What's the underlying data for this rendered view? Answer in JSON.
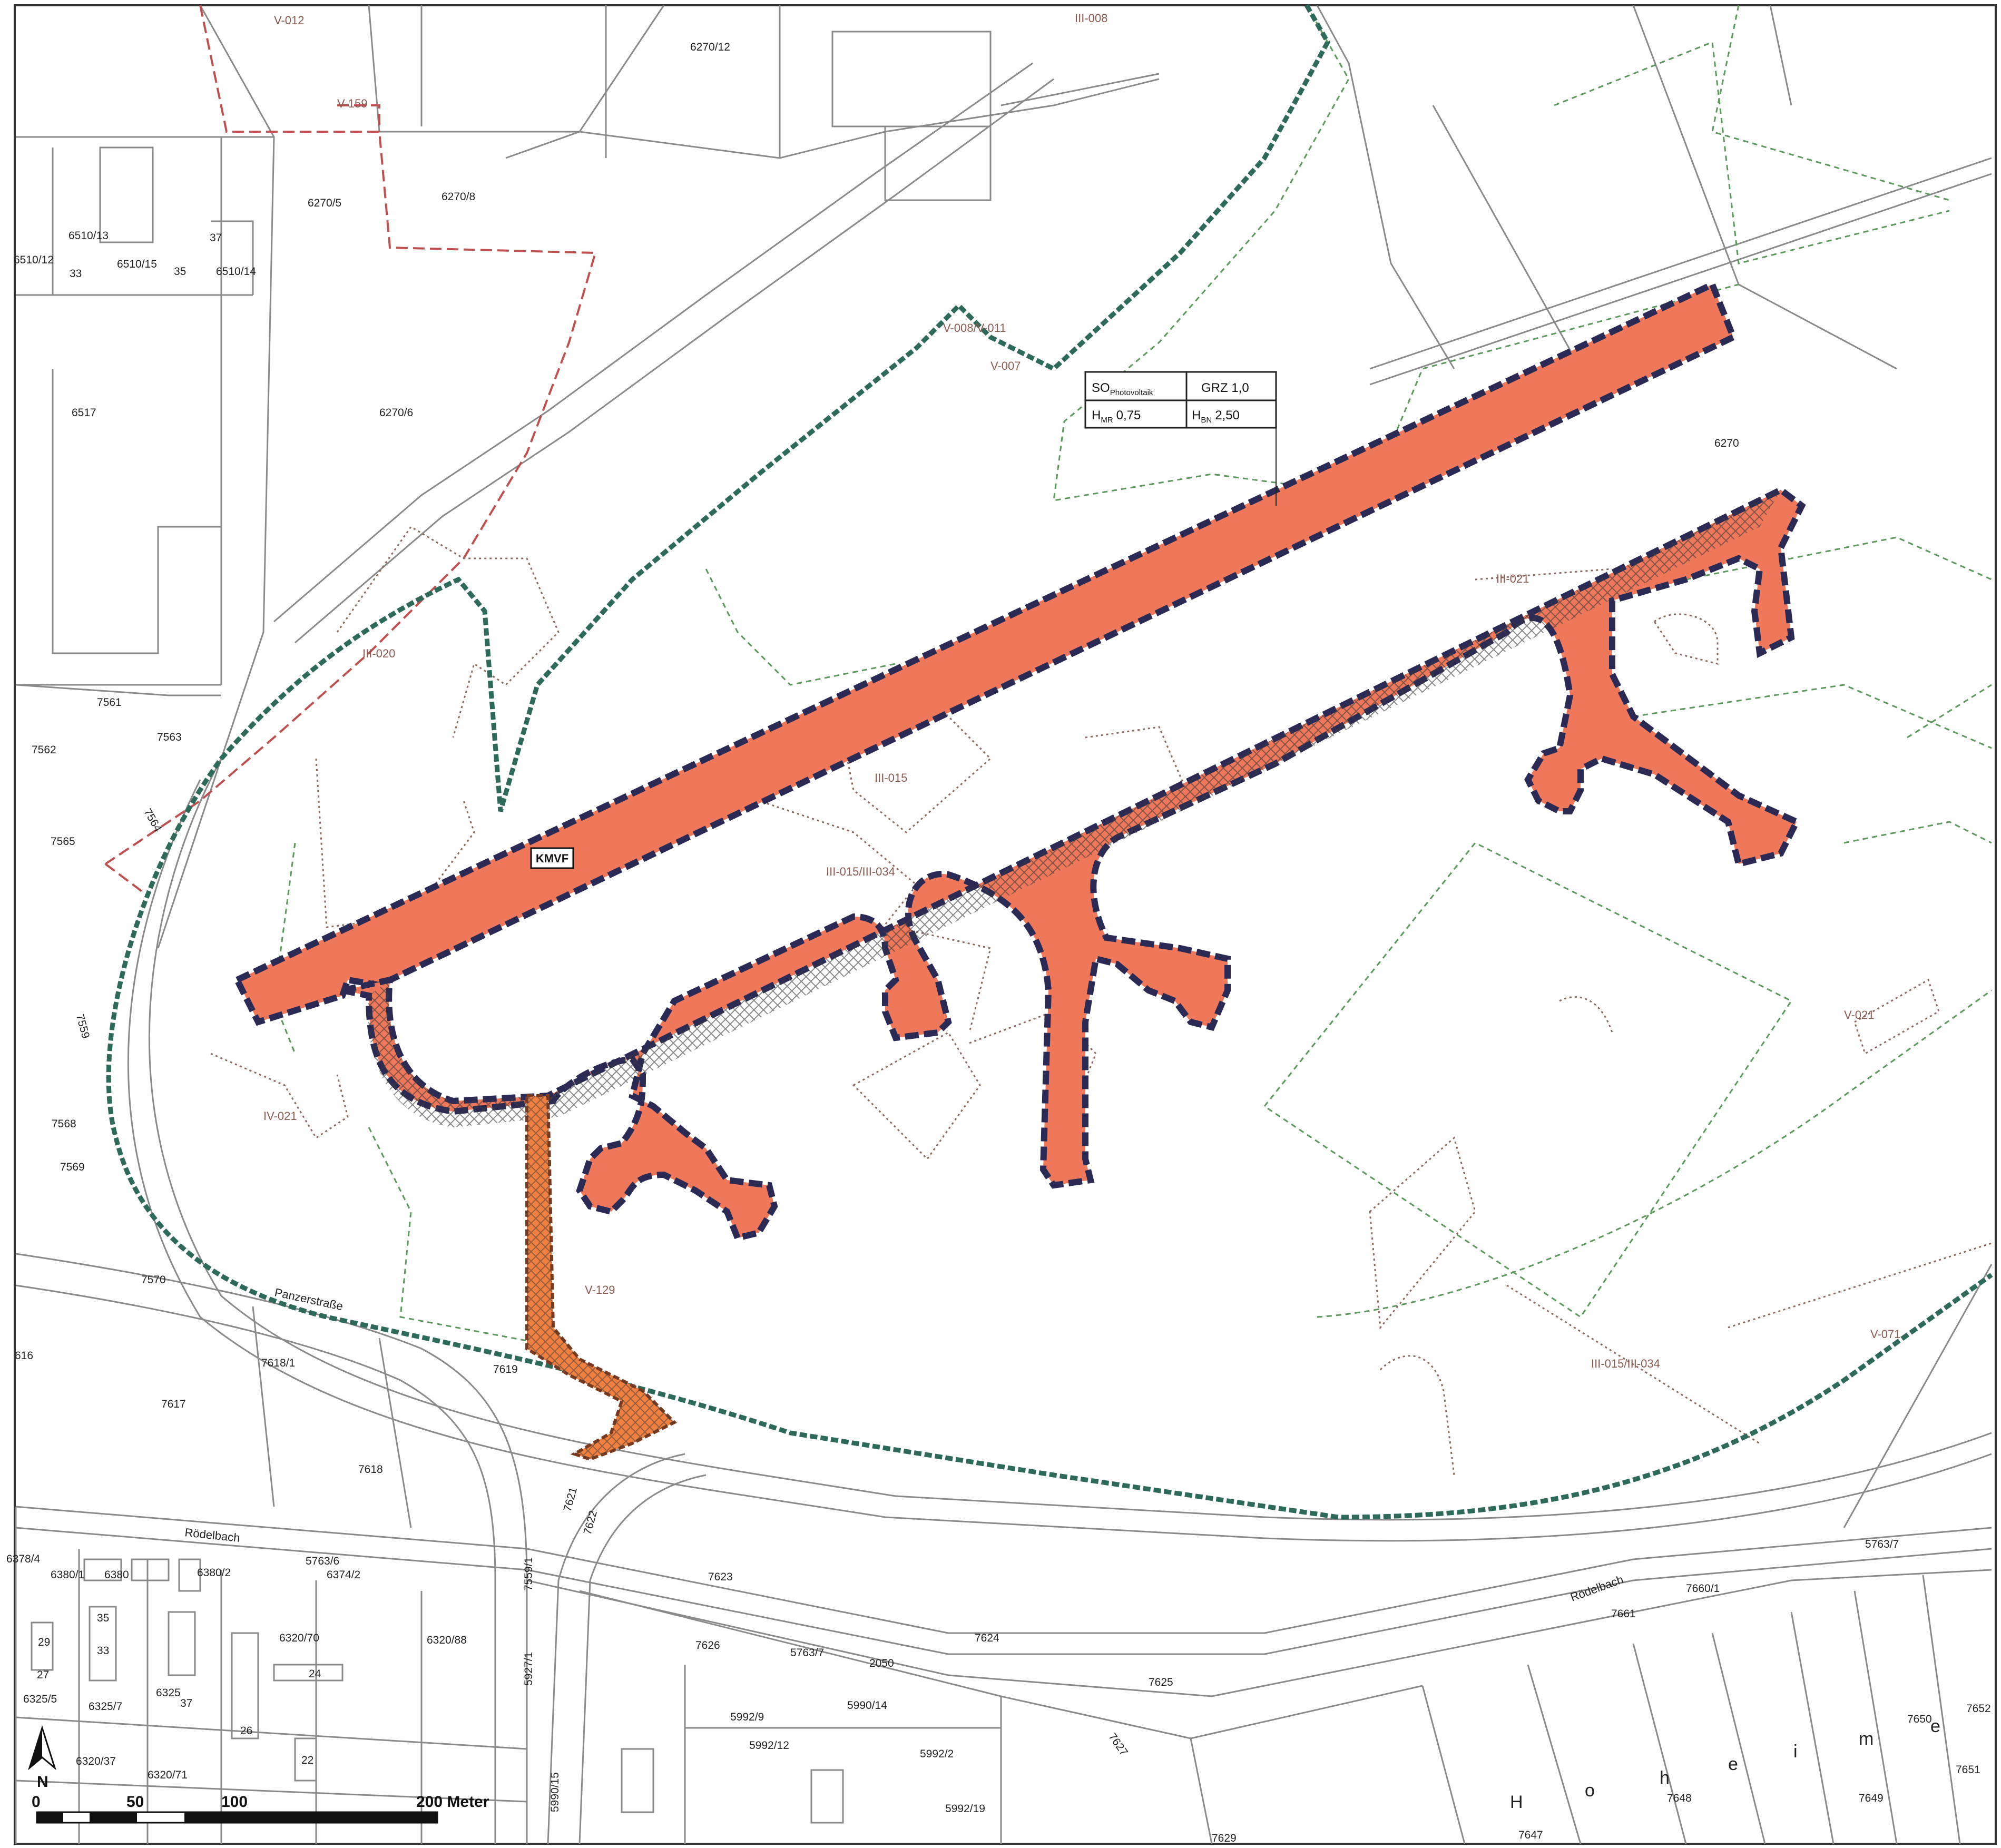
{
  "map": {
    "solar_field": {
      "zone_label_main": "SO",
      "zone_label_sub": "Photovoltaik",
      "grz": "GRZ 1,0",
      "hmr_main": "H",
      "hmr_sub": "MR",
      "hmr_value": "0,75",
      "hbn_main": "H",
      "hbn_sub": "BN",
      "hbn_value": "2,50",
      "kmvf_label": "KMVF",
      "fill_color": "#f0785a",
      "border_color": "#2a2a55"
    },
    "zones": [
      "V-012",
      "V-159",
      "III-008",
      "V-008/V-011",
      "V-007",
      "III-020",
      "III-015",
      "III-015/III-034",
      "III-021",
      "IV-021",
      "V-021",
      "V-129",
      "III-015/III-034",
      "V-071"
    ],
    "parcels": [
      "6270/12",
      "6270/5",
      "6270/8",
      "6510/13",
      "6510/12",
      "33",
      "6510/15",
      "35",
      "37",
      "6510/14",
      "6517",
      "6270/6",
      "6270",
      "7561",
      "7562",
      "7563",
      "7564",
      "7565",
      "7559",
      "7568",
      "7569",
      "7570",
      "616",
      "7618/1",
      "7617",
      "7619",
      "7618",
      "7621",
      "7622",
      "6378/4",
      "6380/1",
      "6380",
      "6380/2",
      "5763/6",
      "6374/2",
      "6320/70",
      "6320/88",
      "29",
      "27",
      "33",
      "35",
      "6325/5",
      "6325/7",
      "6325",
      "37",
      "24",
      "26",
      "22",
      "6320/37",
      "6320/71",
      "7623",
      "7559/1",
      "5927/1",
      "7626",
      "5763/7",
      "2050",
      "7624",
      "5990/14",
      "7625",
      "5992/9",
      "5992/12",
      "5992/2",
      "5992/19",
      "5990/15",
      "7627",
      "5763/7",
      "7660/1",
      "7661",
      "7650",
      "7652",
      "7651",
      "7648",
      "7649",
      "7647",
      "7629"
    ],
    "streets": {
      "panzerstrasse": "Panzerstraße",
      "roedelbach_west": "Rödelbach",
      "roedelbach_east": "Rödelbach",
      "hoheimer_letters": [
        "H",
        "o",
        "h",
        "e",
        "i",
        "m",
        "e"
      ]
    },
    "north_arrow": "N",
    "scale_bar": {
      "labels": [
        "0",
        "50",
        "100",
        "200 Meter"
      ]
    },
    "colors": {
      "parcel_line": "#8a8a8a",
      "green_dashed": "#5a9a5a",
      "boundary_dark": "#2d6a5a",
      "red_dashed": "#c05050",
      "brown_hatched": "#8a6a60",
      "access_orange": "#f08040"
    }
  }
}
